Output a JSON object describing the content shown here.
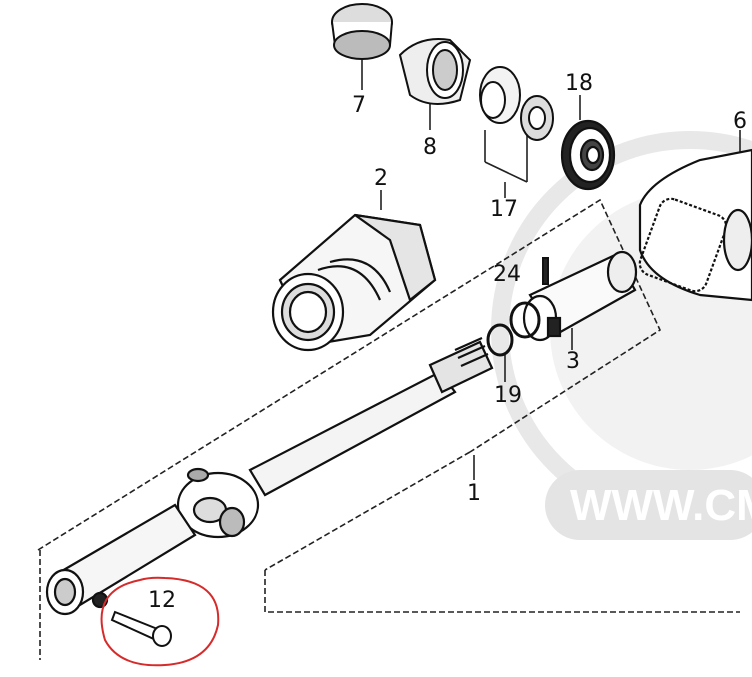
{
  "diagram": {
    "callouts": [
      {
        "id": "7",
        "label": "7"
      },
      {
        "id": "8",
        "label": "8"
      },
      {
        "id": "18",
        "label": "18"
      },
      {
        "id": "6",
        "label": "6"
      },
      {
        "id": "2",
        "label": "2"
      },
      {
        "id": "17",
        "label": "17"
      },
      {
        "id": "24",
        "label": "24"
      },
      {
        "id": "3",
        "label": "3"
      },
      {
        "id": "19",
        "label": "19"
      },
      {
        "id": "1",
        "label": "1"
      },
      {
        "id": "12",
        "label": "12"
      }
    ],
    "highlight": {
      "part": "12",
      "color": "#d62b2b"
    },
    "watermark": {
      "text": "WWW.CM",
      "color": "#d8d8d8"
    }
  }
}
